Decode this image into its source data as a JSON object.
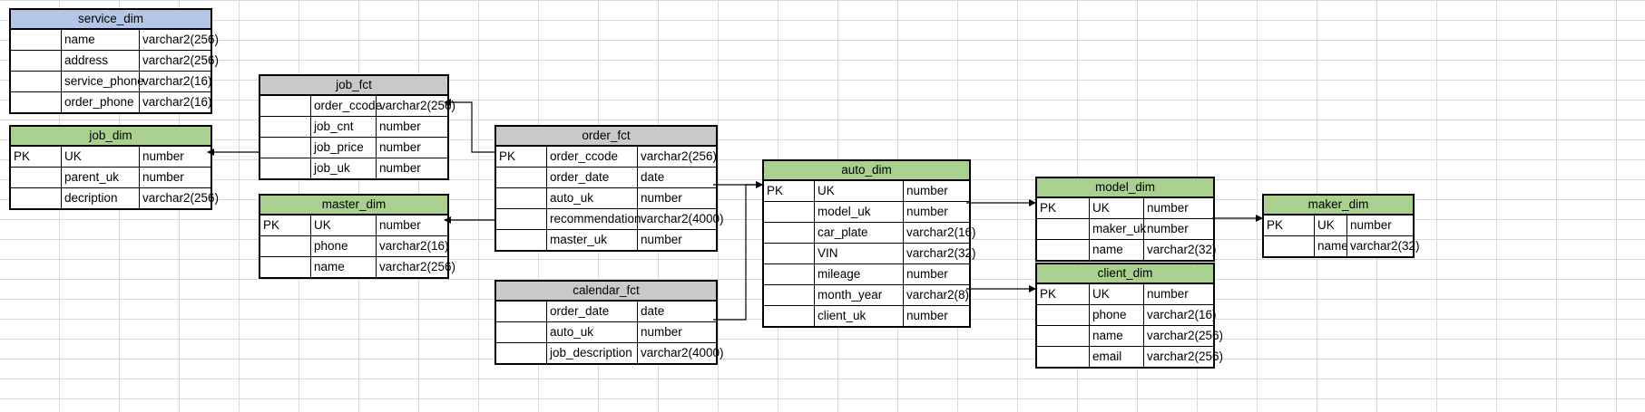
{
  "tables": [
    {
      "id": "service_dim",
      "name": "service_dim",
      "header": "blue",
      "rows": [
        [
          "",
          "name",
          "varchar2(256)"
        ],
        [
          "",
          "address",
          "varchar2(256)"
        ],
        [
          "",
          "service_phone",
          "varchar2(16)"
        ],
        [
          "",
          "order_phone",
          "varchar2(16)"
        ]
      ]
    },
    {
      "id": "job_dim",
      "name": "job_dim",
      "header": "green",
      "rows": [
        [
          "PK",
          "UK",
          "number"
        ],
        [
          "",
          "parent_uk",
          "number"
        ],
        [
          "",
          "decription",
          "varchar2(256)"
        ]
      ]
    },
    {
      "id": "job_fct",
      "name": "job_fct",
      "header": "gray",
      "rows": [
        [
          "",
          "order_ccode",
          "varchar2(256)"
        ],
        [
          "",
          "job_cnt",
          "number"
        ],
        [
          "",
          "job_price",
          "number"
        ],
        [
          "",
          "job_uk",
          "number"
        ]
      ]
    },
    {
      "id": "master_dim",
      "name": "master_dim",
      "header": "green",
      "rows": [
        [
          "PK",
          "UK",
          "number"
        ],
        [
          "",
          "phone",
          "varchar2(16)"
        ],
        [
          "",
          "name",
          "varchar2(256)"
        ]
      ]
    },
    {
      "id": "order_fct",
      "name": "order_fct",
      "header": "gray",
      "rows": [
        [
          "PK",
          "order_ccode",
          "varchar2(256)"
        ],
        [
          "",
          "order_date",
          "date"
        ],
        [
          "",
          "auto_uk",
          "number"
        ],
        [
          "",
          "recommendation",
          "varchar2(4000)"
        ],
        [
          "",
          "master_uk",
          "number"
        ]
      ]
    },
    {
      "id": "calendar_fct",
      "name": "calendar_fct",
      "header": "gray",
      "rows": [
        [
          "",
          "order_date",
          "date"
        ],
        [
          "",
          "auto_uk",
          "number"
        ],
        [
          "",
          "job_description",
          "varchar2(4000)"
        ]
      ]
    },
    {
      "id": "auto_dim",
      "name": "auto_dim",
      "header": "green",
      "rows": [
        [
          "PK",
          "UK",
          "number"
        ],
        [
          "",
          "model_uk",
          "number"
        ],
        [
          "",
          "car_plate",
          "varchar2(16)"
        ],
        [
          "",
          "VIN",
          "varchar2(32)"
        ],
        [
          "",
          "mileage",
          "number"
        ],
        [
          "",
          "month_year",
          "varchar2(8)"
        ],
        [
          "",
          "client_uk",
          "number"
        ]
      ]
    },
    {
      "id": "model_dim",
      "name": "model_dim",
      "header": "green",
      "rows": [
        [
          "PK",
          "UK",
          "number"
        ],
        [
          "",
          "maker_uk",
          "number"
        ],
        [
          "",
          "name",
          "varchar2(32)"
        ]
      ]
    },
    {
      "id": "client_dim",
      "name": "client_dim",
      "header": "green",
      "rows": [
        [
          "PK",
          "UK",
          "number"
        ],
        [
          "",
          "phone",
          "varchar2(16)"
        ],
        [
          "",
          "name",
          "varchar2(256)"
        ],
        [
          "",
          "email",
          "varchar2(256)"
        ]
      ]
    },
    {
      "id": "maker_dim",
      "name": "maker_dim",
      "header": "green",
      "rows": [
        [
          "PK",
          "UK",
          "number"
        ],
        [
          "",
          "name",
          "varchar2(32)"
        ]
      ]
    }
  ],
  "colors": {
    "header_blue": "#b4c6e7",
    "header_green": "#a9d08e",
    "header_gray": "#c9c9c9",
    "grid": "#d9d9d9",
    "line": "#000000"
  },
  "relationships": [
    {
      "from": "job_fct",
      "to": "job_dim"
    },
    {
      "from": "order_fct",
      "to": "job_fct"
    },
    {
      "from": "order_fct",
      "to": "master_dim"
    },
    {
      "from": "order_fct",
      "to": "auto_dim"
    },
    {
      "from": "calendar_fct",
      "to": "auto_dim"
    },
    {
      "from": "auto_dim",
      "to": "model_dim"
    },
    {
      "from": "auto_dim",
      "to": "client_dim"
    },
    {
      "from": "model_dim",
      "to": "maker_dim"
    }
  ]
}
